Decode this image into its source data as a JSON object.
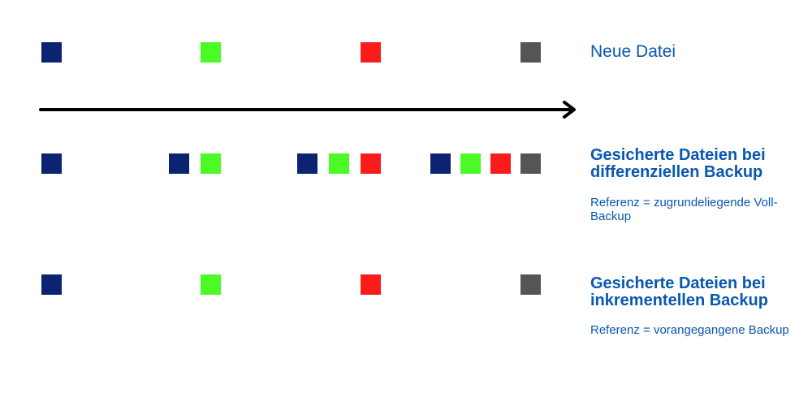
{
  "colors": {
    "navy": "#0b2370",
    "green": "#4cfa25",
    "red": "#fa1b1b",
    "gray": "#555555",
    "label_blue": "#0a57b0",
    "arrow": "#000000"
  },
  "timeline": {
    "new_file_label": "Neue Datei",
    "new_files": [
      "navy",
      "green",
      "red",
      "gray"
    ]
  },
  "differential": {
    "heading": "Gesicherte Dateien bei differenziellen Backup",
    "note": "Referenz = zugrundeliegende Voll-Backup",
    "groups": [
      [
        "navy"
      ],
      [
        "navy",
        "green"
      ],
      [
        "navy",
        "green",
        "red"
      ],
      [
        "navy",
        "green",
        "red",
        "gray"
      ]
    ]
  },
  "incremental": {
    "heading": "Gesicherte Dateien bei inkrementellen Backup",
    "note": "Referenz = vorangegangene Backup",
    "groups": [
      [
        "navy"
      ],
      [
        "green"
      ],
      [
        "red"
      ],
      [
        "gray"
      ]
    ]
  }
}
